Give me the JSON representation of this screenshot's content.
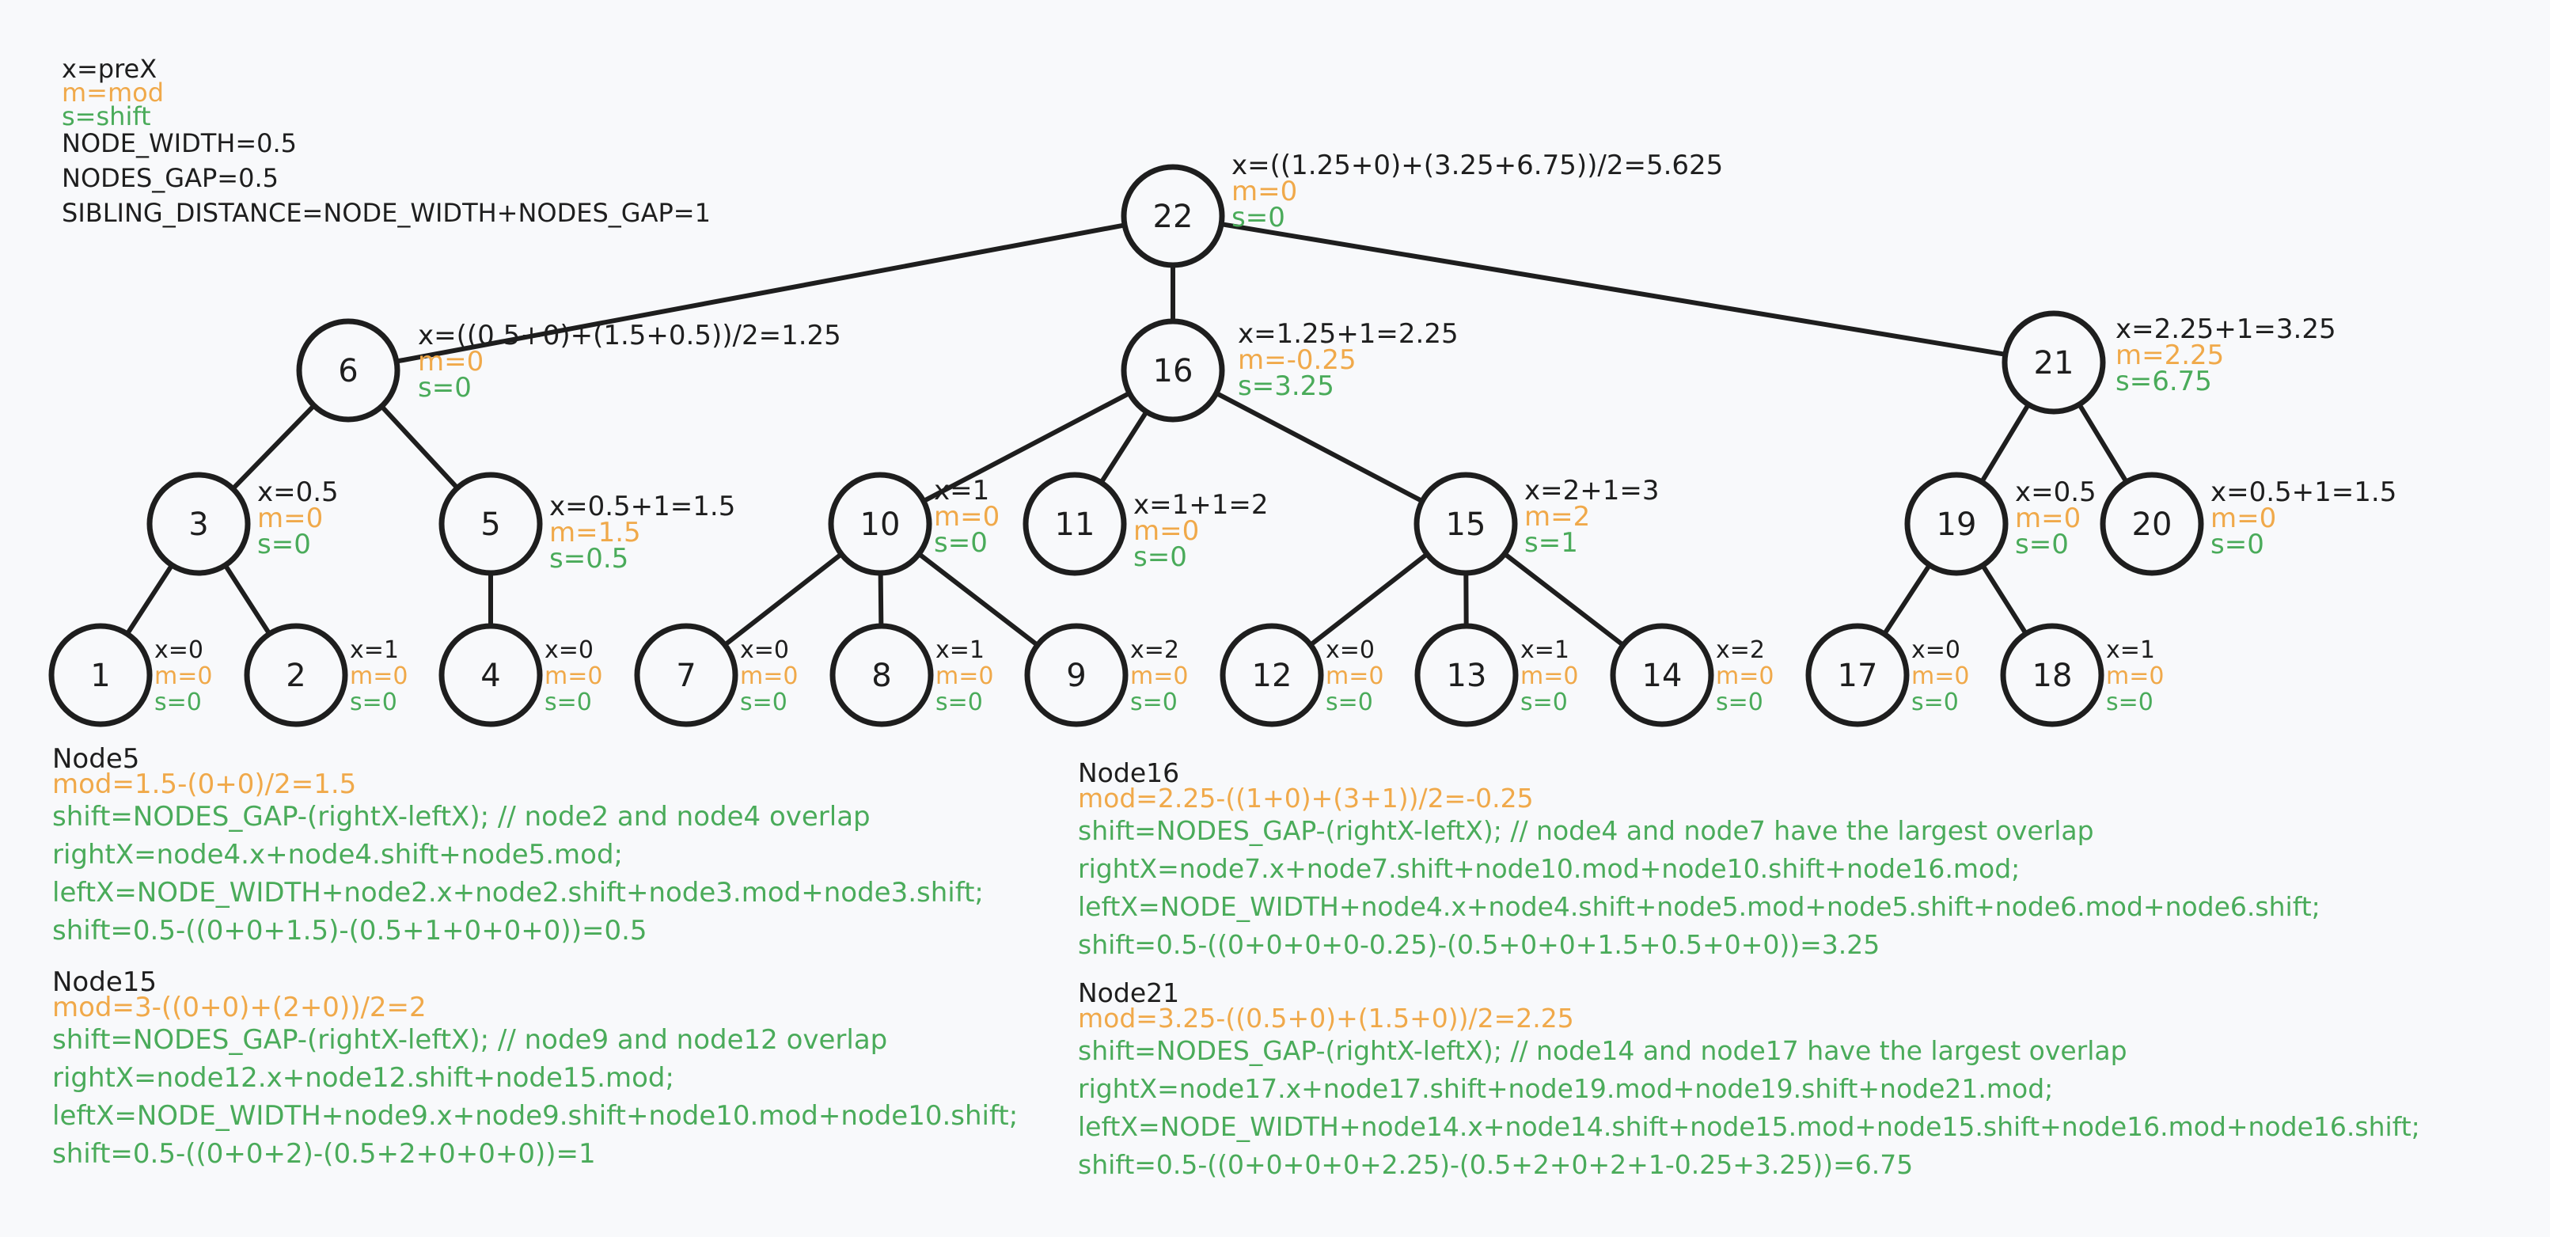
{
  "legend": {
    "x_def": "x=preX",
    "m_def": "m=mod",
    "s_def": "s=shift",
    "node_width": "NODE_WIDTH=0.5",
    "nodes_gap": "NODES_GAP=0.5",
    "sibling_distance": "SIBLING_DISTANCE=NODE_WIDTH+NODES_GAP=1"
  },
  "colors": {
    "x": "#1e1e1e",
    "mod": "#f0a94a",
    "shift": "#4aab5a",
    "stroke": "#1e1e1e",
    "background": "#f8f9fb"
  },
  "nodes": [
    {
      "id": "22",
      "x": "x=((1.25+0)+(3.25+6.75))/2=5.625",
      "m": "m=0",
      "s": "s=0"
    },
    {
      "id": "6",
      "x": "x=((0.5+0)+(1.5+0.5))/2=1.25",
      "m": "m=0",
      "s": "s=0"
    },
    {
      "id": "16",
      "x": "x=1.25+1=2.25",
      "m": "m=-0.25",
      "s": "s=3.25"
    },
    {
      "id": "21",
      "x": "x=2.25+1=3.25",
      "m": "m=2.25",
      "s": "s=6.75"
    },
    {
      "id": "3",
      "x": "x=0.5",
      "m": "m=0",
      "s": "s=0"
    },
    {
      "id": "5",
      "x": "x=0.5+1=1.5",
      "m": "m=1.5",
      "s": "s=0.5"
    },
    {
      "id": "10",
      "x": "x=1",
      "m": "m=0",
      "s": "s=0"
    },
    {
      "id": "11",
      "x": "x=1+1=2",
      "m": "m=0",
      "s": "s=0"
    },
    {
      "id": "15",
      "x": "x=2+1=3",
      "m": "m=2",
      "s": "s=1"
    },
    {
      "id": "19",
      "x": "x=0.5",
      "m": "m=0",
      "s": "s=0"
    },
    {
      "id": "20",
      "x": "x=0.5+1=1.5",
      "m": "m=0",
      "s": "s=0"
    },
    {
      "id": "1",
      "x": "x=0",
      "m": "m=0",
      "s": "s=0"
    },
    {
      "id": "2",
      "x": "x=1",
      "m": "m=0",
      "s": "s=0"
    },
    {
      "id": "4",
      "x": "x=0",
      "m": "m=0",
      "s": "s=0"
    },
    {
      "id": "7",
      "x": "x=0",
      "m": "m=0",
      "s": "s=0"
    },
    {
      "id": "8",
      "x": "x=1",
      "m": "m=0",
      "s": "s=0"
    },
    {
      "id": "9",
      "x": "x=2",
      "m": "m=0",
      "s": "s=0"
    },
    {
      "id": "12",
      "x": "x=0",
      "m": "m=0",
      "s": "s=0"
    },
    {
      "id": "13",
      "x": "x=1",
      "m": "m=0",
      "s": "s=0"
    },
    {
      "id": "14",
      "x": "x=2",
      "m": "m=0",
      "s": "s=0"
    },
    {
      "id": "17",
      "x": "x=0",
      "m": "m=0",
      "s": "s=0"
    },
    {
      "id": "18",
      "x": "x=1",
      "m": "m=0",
      "s": "s=0"
    }
  ],
  "edges": [
    [
      "22",
      "6"
    ],
    [
      "22",
      "16"
    ],
    [
      "22",
      "21"
    ],
    [
      "6",
      "3"
    ],
    [
      "6",
      "5"
    ],
    [
      "16",
      "10"
    ],
    [
      "16",
      "11"
    ],
    [
      "16",
      "15"
    ],
    [
      "21",
      "19"
    ],
    [
      "21",
      "20"
    ],
    [
      "3",
      "1"
    ],
    [
      "3",
      "2"
    ],
    [
      "5",
      "4"
    ],
    [
      "10",
      "7"
    ],
    [
      "10",
      "8"
    ],
    [
      "10",
      "9"
    ],
    [
      "15",
      "12"
    ],
    [
      "15",
      "13"
    ],
    [
      "15",
      "14"
    ],
    [
      "19",
      "17"
    ],
    [
      "19",
      "18"
    ]
  ],
  "blocks": {
    "node5": {
      "title": "Node5",
      "mod": "mod=1.5-(0+0)/2=1.5",
      "lines": [
        "shift=NODES_GAP-(rightX-leftX); // node2 and node4 overlap",
        "rightX=node4.x+node4.shift+node5.mod;",
        "leftX=NODE_WIDTH+node2.x+node2.shift+node3.mod+node3.shift;",
        "shift=0.5-((0+0+1.5)-(0.5+1+0+0+0))=0.5"
      ]
    },
    "node15": {
      "title": "Node15",
      "mod": "mod=3-((0+0)+(2+0))/2=2",
      "lines": [
        "shift=NODES_GAP-(rightX-leftX); // node9 and node12 overlap",
        "rightX=node12.x+node12.shift+node15.mod;",
        "leftX=NODE_WIDTH+node9.x+node9.shift+node10.mod+node10.shift;",
        "shift=0.5-((0+0+2)-(0.5+2+0+0+0))=1"
      ]
    },
    "node16": {
      "title": "Node16",
      "mod": "mod=2.25-((1+0)+(3+1))/2=-0.25",
      "lines": [
        "shift=NODES_GAP-(rightX-leftX); // node4 and node7 have the largest overlap",
        "rightX=node7.x+node7.shift+node10.mod+node10.shift+node16.mod;",
        "leftX=NODE_WIDTH+node4.x+node4.shift+node5.mod+node5.shift+node6.mod+node6.shift;",
        "shift=0.5-((0+0+0+0-0.25)-(0.5+0+0+1.5+0.5+0+0))=3.25"
      ]
    },
    "node21": {
      "title": "Node21",
      "mod": "mod=3.25-((0.5+0)+(1.5+0))/2=2.25",
      "lines": [
        "shift=NODES_GAP-(rightX-leftX); // node14 and node17 have the largest overlap",
        "rightX=node17.x+node17.shift+node19.mod+node19.shift+node21.mod;",
        "leftX=NODE_WIDTH+node14.x+node14.shift+node15.mod+node15.shift+node16.mod+node16.shift;",
        "shift=0.5-((0+0+0+0+2.25)-(0.5+2+0+2+1-0.25+3.25))=6.75"
      ]
    }
  }
}
